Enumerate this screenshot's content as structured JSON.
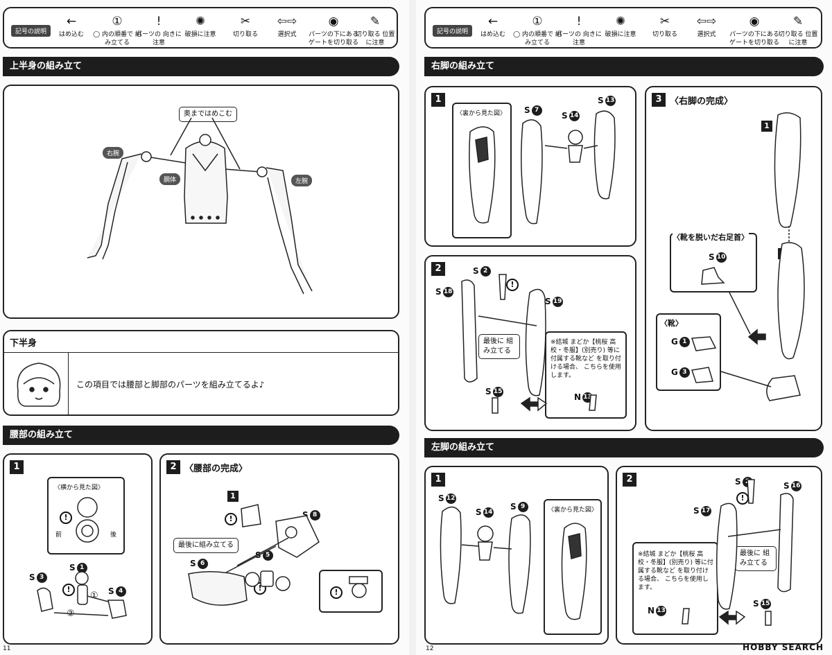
{
  "legend": {
    "tag": "記号の説明",
    "items": [
      {
        "icon": "arrow-left-icon",
        "symbol": "←",
        "text": "はめ込む"
      },
      {
        "icon": "circled-one-icon",
        "symbol": "①",
        "text": "◯ 内の順番で 組み立てる"
      },
      {
        "icon": "warning-icon",
        "symbol": "!",
        "text": "パーツの 向きに注意"
      },
      {
        "icon": "broken-part-icon",
        "symbol": "✺",
        "text": "破損に注意"
      },
      {
        "icon": "cutter-icon",
        "symbol": "✂",
        "text": "切り取る"
      },
      {
        "icon": "double-arrow-icon",
        "symbol": "⇦⇨",
        "text": "選択式"
      },
      {
        "icon": "gate-cut-icon",
        "symbol": "◉",
        "text": "パーツの下にある ゲートを切り取る"
      },
      {
        "icon": "cut-position-icon",
        "symbol": "✎",
        "text": "切り取る 位置に注意"
      }
    ]
  },
  "left": {
    "page_number": "11",
    "upper_body": {
      "title": "上半身の組み立て",
      "callout": "奥まではめこむ",
      "label_right_arm": "右腕",
      "label_torso": "胴体",
      "label_left_arm": "左腕"
    },
    "lower_body": {
      "title": "下半身",
      "message": "この項目では腰部と脚部のパーツを組み立てるよ♪"
    },
    "waist": {
      "title": "腰部の組み立て",
      "step1": {
        "num": "1",
        "side_view": "〈横から見た図〉",
        "front": "前",
        "back": "後",
        "parts": [
          "S",
          "S",
          "S"
        ],
        "nums": [
          "1",
          "3",
          "4"
        ],
        "order1": "①",
        "order2": "②"
      },
      "step2": {
        "num": "2",
        "title": "〈腰部の完成〉",
        "callout": "最後に組み立てる",
        "ref": "1",
        "parts": [
          "S",
          "S",
          "S"
        ],
        "nums": [
          "8",
          "5",
          "6"
        ]
      }
    }
  },
  "right": {
    "page_number": "12",
    "right_leg": {
      "title": "右脚の組み立て",
      "step1": {
        "num": "1",
        "back_view": "〈裏から見た図〉",
        "parts": [
          "S",
          "S",
          "S"
        ],
        "nums": [
          "7",
          "14",
          "13"
        ]
      },
      "step2": {
        "num": "2",
        "callout": "最後に 組み立てる",
        "note": "※結城 まどか【桃桜 高校・冬服】(別売り) 等に付属する靴など を取り付ける場合、 こちらを使用します。",
        "parts": [
          "S",
          "S",
          "S",
          "S",
          "N"
        ],
        "nums": [
          "2",
          "18",
          "19",
          "15",
          "13"
        ]
      },
      "step3": {
        "num": "3",
        "title": "〈右脚の完成〉",
        "barefoot": "〈靴を脱いだ右足首〉",
        "shoes": "〈靴〉",
        "ref1": "1",
        "ref2": "2",
        "parts": [
          "S",
          "G",
          "G"
        ],
        "nums": [
          "10",
          "1",
          "3"
        ]
      }
    },
    "left_leg": {
      "title": "左脚の組み立て",
      "step1": {
        "num": "1",
        "back_view": "〈裏から見た図〉",
        "parts": [
          "S",
          "S",
          "S"
        ],
        "nums": [
          "12",
          "14",
          "9"
        ]
      },
      "step2": {
        "num": "2",
        "callout": "最後に 組み立てる",
        "note": "※結城 まどか【桃桜 高校・冬服】(別売り) 等に付属する靴など を取り付ける場合、 こちらを使用します。",
        "parts": [
          "S",
          "S",
          "S",
          "S",
          "N"
        ],
        "nums": [
          "2",
          "16",
          "17",
          "15",
          "13"
        ]
      }
    },
    "watermark": "HOBBY SEARCH"
  }
}
